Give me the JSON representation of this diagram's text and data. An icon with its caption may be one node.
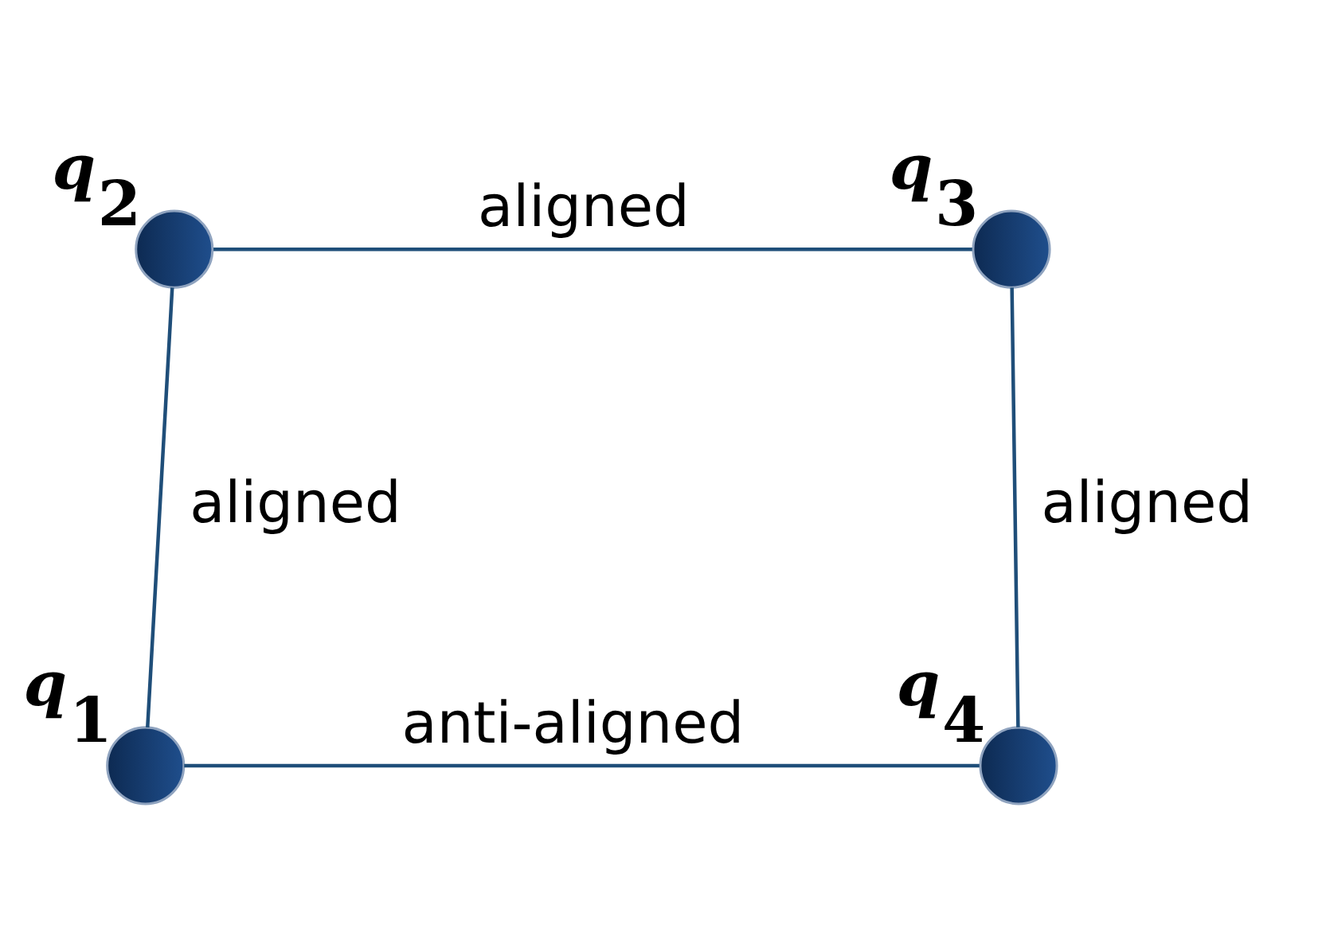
{
  "diagram": {
    "nodes": [
      {
        "text": [],
        "shape": "circle",
        "beside": [
          "q$_{2}$"
        ]
      },
      {
        "text": [],
        "shape": "circle",
        "beside": [
          "q$_{3}$"
        ]
      },
      {
        "text": [],
        "shape": "circle",
        "beside": [
          "q$_{1}$"
        ]
      },
      {
        "text": [],
        "shape": "circle",
        "beside": [
          "q$_{4}$"
        ]
      }
    ],
    "edges": [
      {
        "from": 0,
        "to": 1,
        "arrow": "none",
        "label": "aligned"
      },
      {
        "from": 0,
        "to": 2,
        "arrow": "none",
        "label": "aligned"
      },
      {
        "from": 1,
        "to": 3,
        "arrow": "none",
        "label": "aligned"
      },
      {
        "from": 2,
        "to": 3,
        "arrow": "none",
        "label": "anti-aligned"
      }
    ]
  }
}
